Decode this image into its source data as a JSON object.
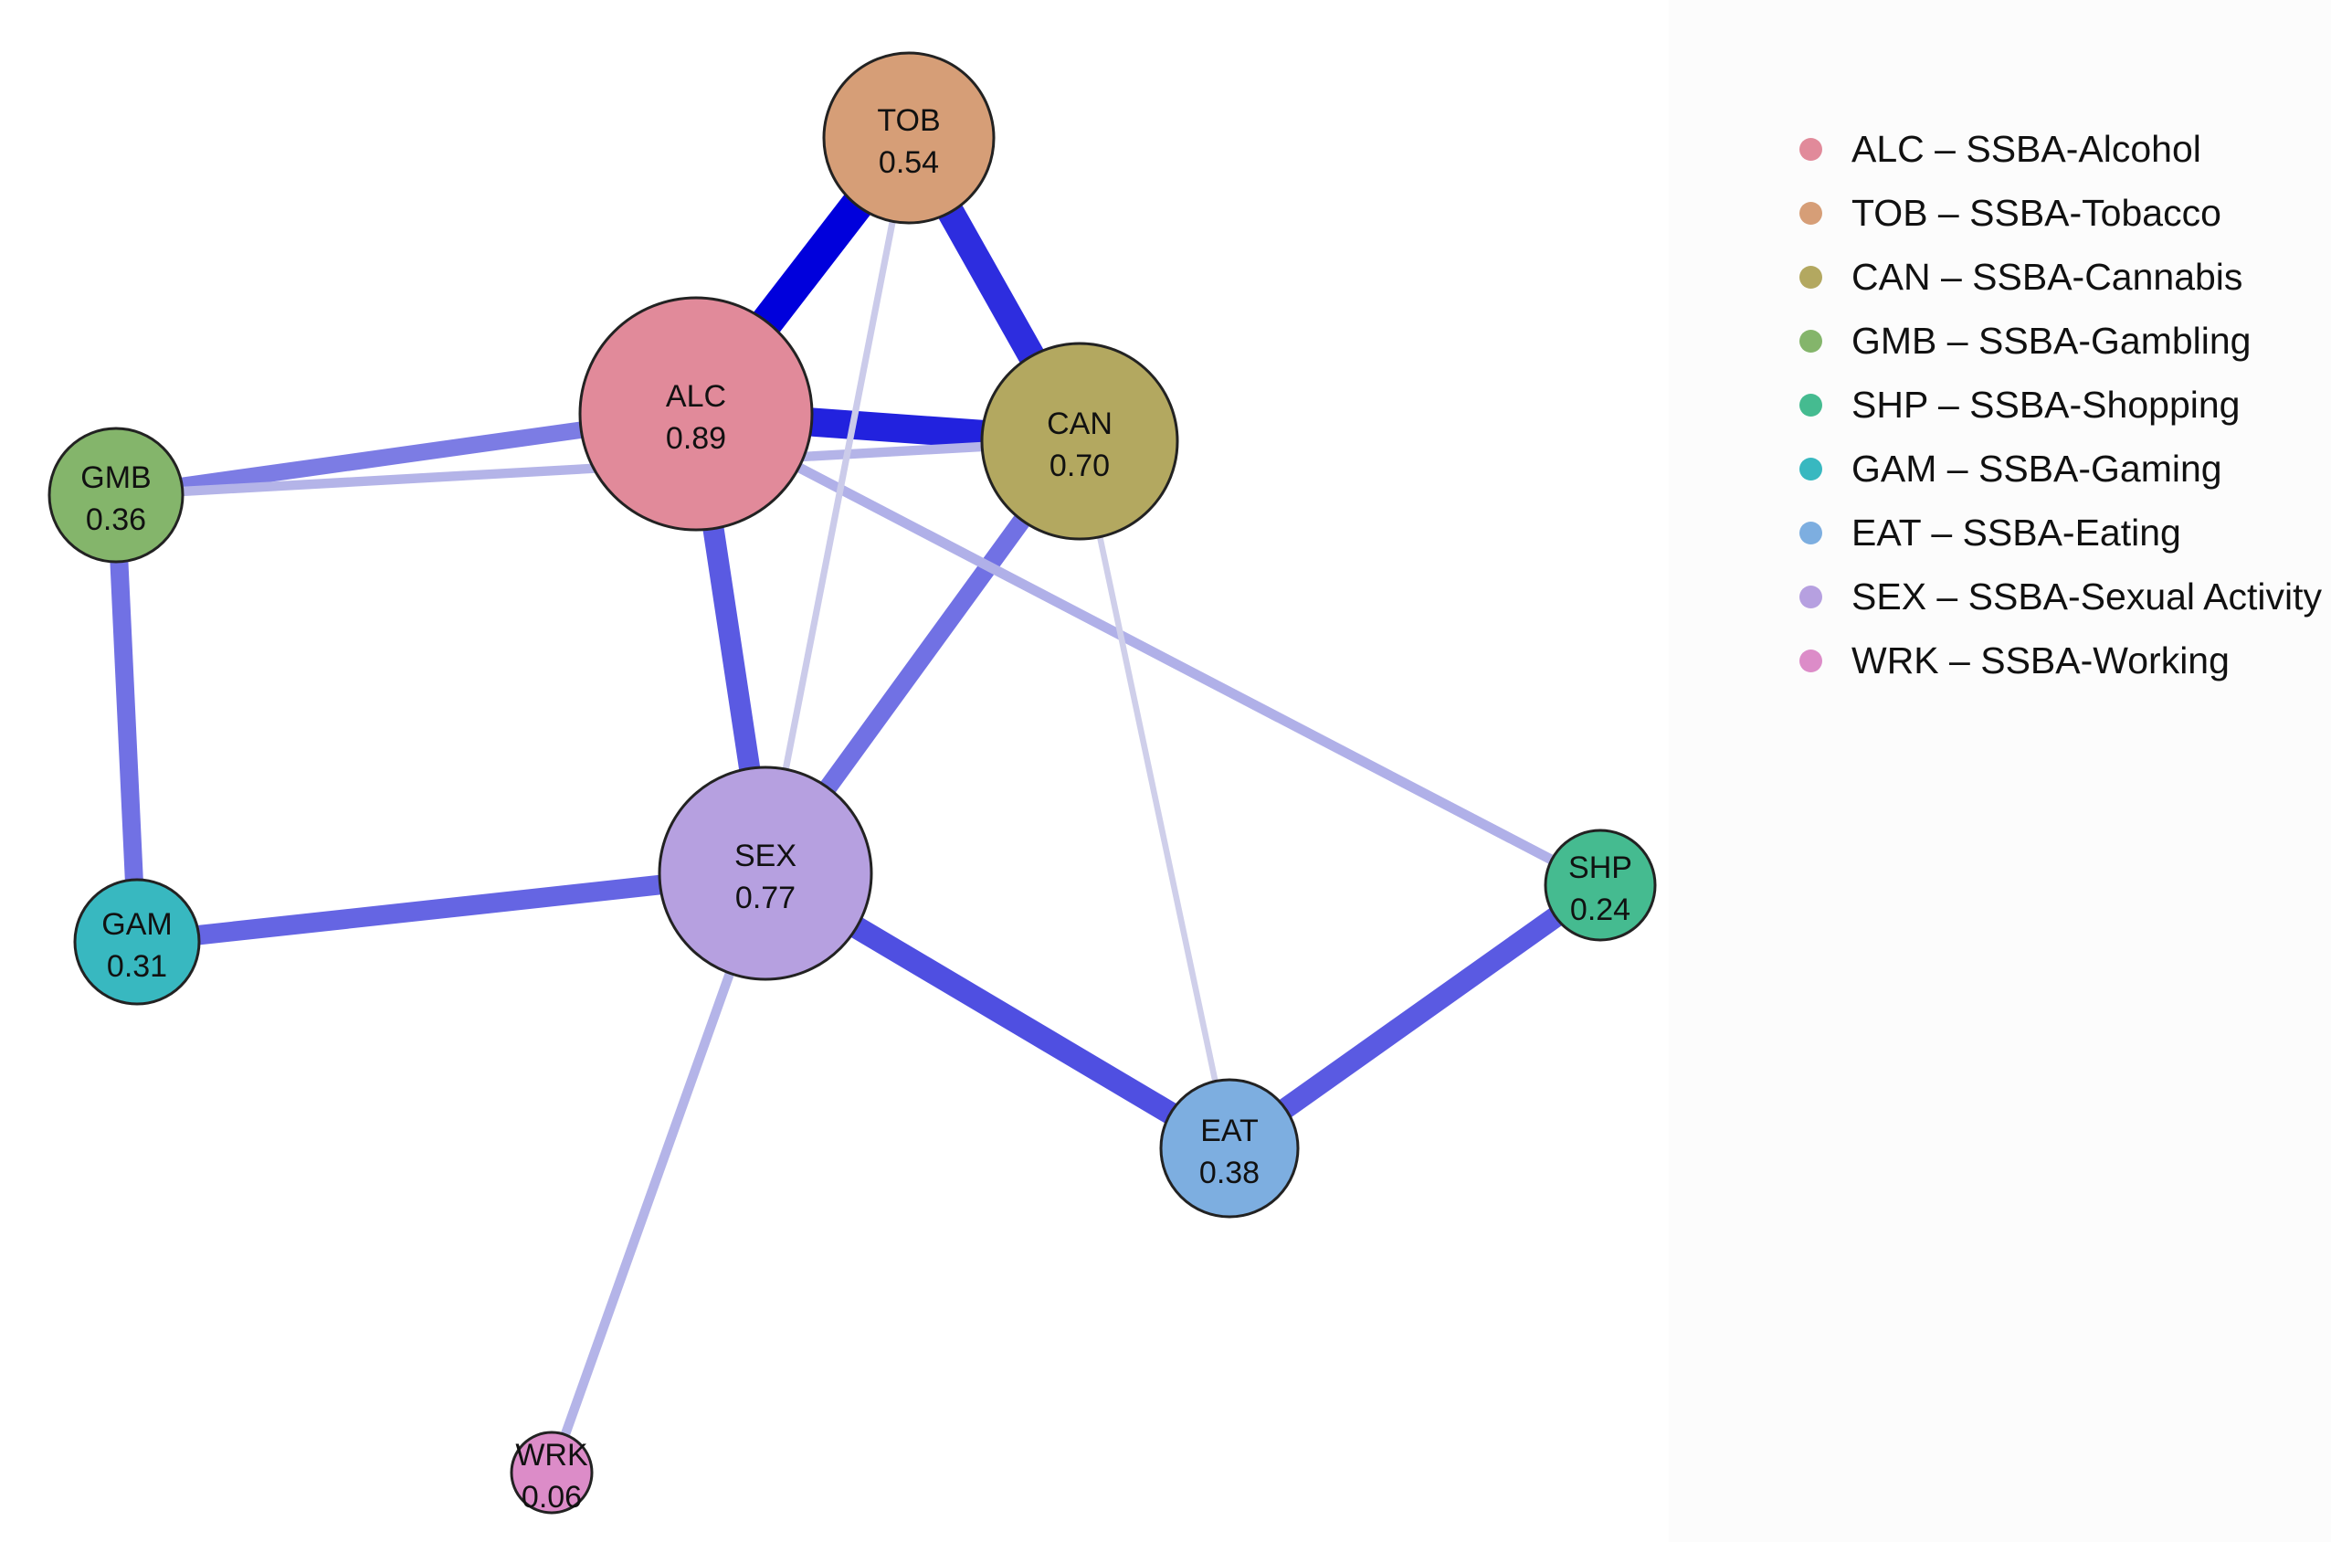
{
  "nodes": [
    {
      "id": "TOB",
      "value": "0.54",
      "color": "#d69e77"
    },
    {
      "id": "ALC",
      "value": "0.89",
      "color": "#e18a9a"
    },
    {
      "id": "CAN",
      "value": "0.70",
      "color": "#b3a860"
    },
    {
      "id": "GMB",
      "value": "0.36",
      "color": "#84b56b"
    },
    {
      "id": "SEX",
      "value": "0.77",
      "color": "#b6a0e0"
    },
    {
      "id": "GAM",
      "value": "0.31",
      "color": "#38b8c0"
    },
    {
      "id": "SHP",
      "value": "0.24",
      "color": "#45bb90"
    },
    {
      "id": "EAT",
      "value": "0.38",
      "color": "#7daee0"
    },
    {
      "id": "WRK",
      "value": "0.06",
      "color": "#dc8cc8"
    }
  ],
  "edges": [
    {
      "from": "ALC",
      "to": "TOB",
      "strength": 1.0
    },
    {
      "from": "TOB",
      "to": "CAN",
      "strength": 0.8
    },
    {
      "from": "ALC",
      "to": "CAN",
      "strength": 0.85
    },
    {
      "from": "ALC",
      "to": "GMB",
      "strength": 0.45
    },
    {
      "from": "GMB",
      "to": "CAN",
      "strength": 0.2
    },
    {
      "from": "ALC",
      "to": "SEX",
      "strength": 0.6
    },
    {
      "from": "CAN",
      "to": "SEX",
      "strength": 0.5
    },
    {
      "from": "GMB",
      "to": "GAM",
      "strength": 0.5
    },
    {
      "from": "GAM",
      "to": "SEX",
      "strength": 0.55
    },
    {
      "from": "SEX",
      "to": "EAT",
      "strength": 0.65
    },
    {
      "from": "EAT",
      "to": "SHP",
      "strength": 0.6
    },
    {
      "from": "ALC",
      "to": "SHP",
      "strength": 0.22
    },
    {
      "from": "TOB",
      "to": "SEX",
      "strength": 0.1
    },
    {
      "from": "CAN",
      "to": "EAT",
      "strength": 0.08
    },
    {
      "from": "SEX",
      "to": "WRK",
      "strength": 0.2
    }
  ],
  "legend": [
    {
      "label": "ALC – SSBA-Alcohol",
      "color": "#e18a9a"
    },
    {
      "label": "TOB – SSBA-Tobacco",
      "color": "#d69e77"
    },
    {
      "label": "CAN – SSBA-Cannabis",
      "color": "#b3a860"
    },
    {
      "label": "GMB – SSBA-Gambling",
      "color": "#84b56b"
    },
    {
      "label": "SHP – SSBA-Shopping",
      "color": "#45bb90"
    },
    {
      "label": "GAM – SSBA-Gaming",
      "color": "#38b8c0"
    },
    {
      "label": "EAT – SSBA-Eating",
      "color": "#7daee0"
    },
    {
      "label": "SEX – SSBA-Sexual Activity",
      "color": "#b6a0e0"
    },
    {
      "label": "WRK – SSBA-Working",
      "color": "#dc8cc8"
    }
  ]
}
